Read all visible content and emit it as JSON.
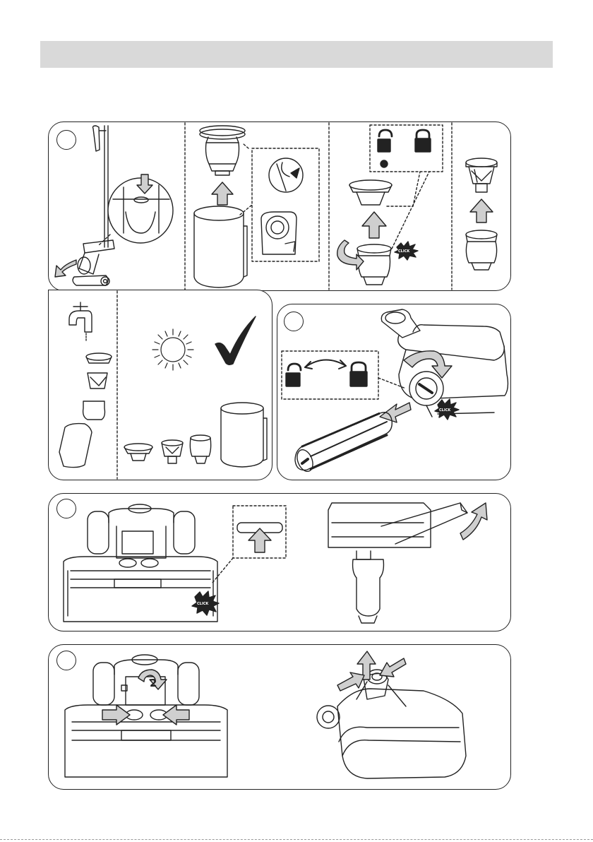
{
  "header": {
    "title": ""
  },
  "steps": [
    {
      "id": "step-1",
      "number": ""
    },
    {
      "id": "step-2",
      "number": ""
    },
    {
      "id": "step-3",
      "number": ""
    },
    {
      "id": "step-4",
      "number": ""
    }
  ],
  "callouts": {
    "click": "CLICK",
    "rotate_number": "2"
  },
  "colors": {
    "arrow_fill": "#cfcfcf",
    "stroke": "#222222",
    "header_bar": "#d9d9d9"
  },
  "icons": [
    "arrow-down-icon",
    "arrow-up-icon",
    "curved-arrow-icon",
    "unlock-icon",
    "lock-icon",
    "faucet-icon",
    "sun-icon",
    "checkmark-icon",
    "click-burst-icon",
    "double-arrow-icon"
  ]
}
